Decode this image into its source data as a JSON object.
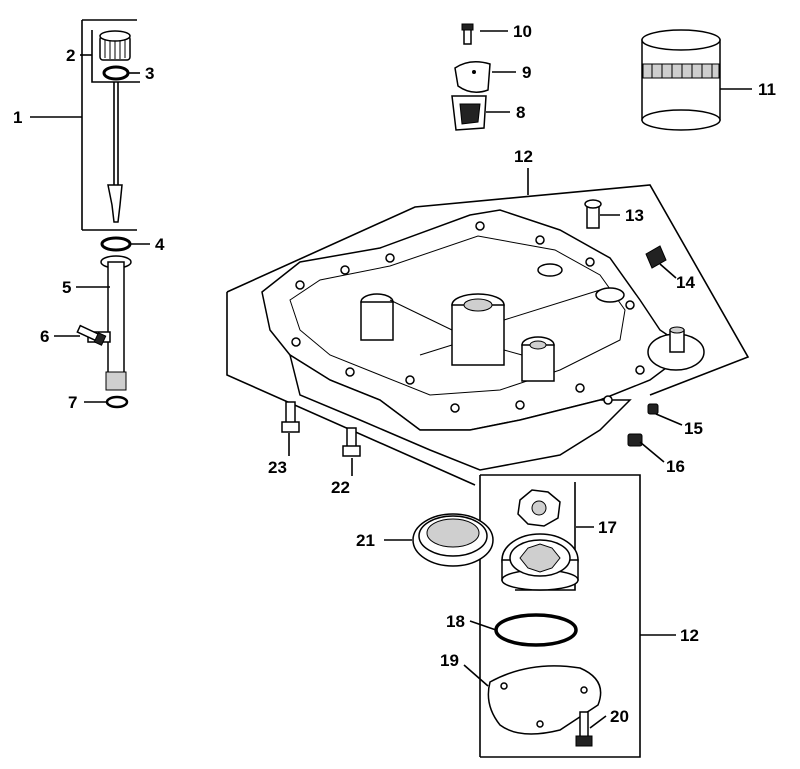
{
  "callouts": {
    "c1": "1",
    "c2": "2",
    "c3": "3",
    "c4": "4",
    "c5": "5",
    "c6": "6",
    "c7": "7",
    "c8": "8",
    "c9": "9",
    "c10": "10",
    "c11": "11",
    "c12a": "12",
    "c13": "13",
    "c14": "14",
    "c15": "15",
    "c16": "16",
    "c17": "17",
    "c12b": "12",
    "c18": "18",
    "c19": "19",
    "c20": "20",
    "c21": "21",
    "c22": "22",
    "c23": "23"
  }
}
